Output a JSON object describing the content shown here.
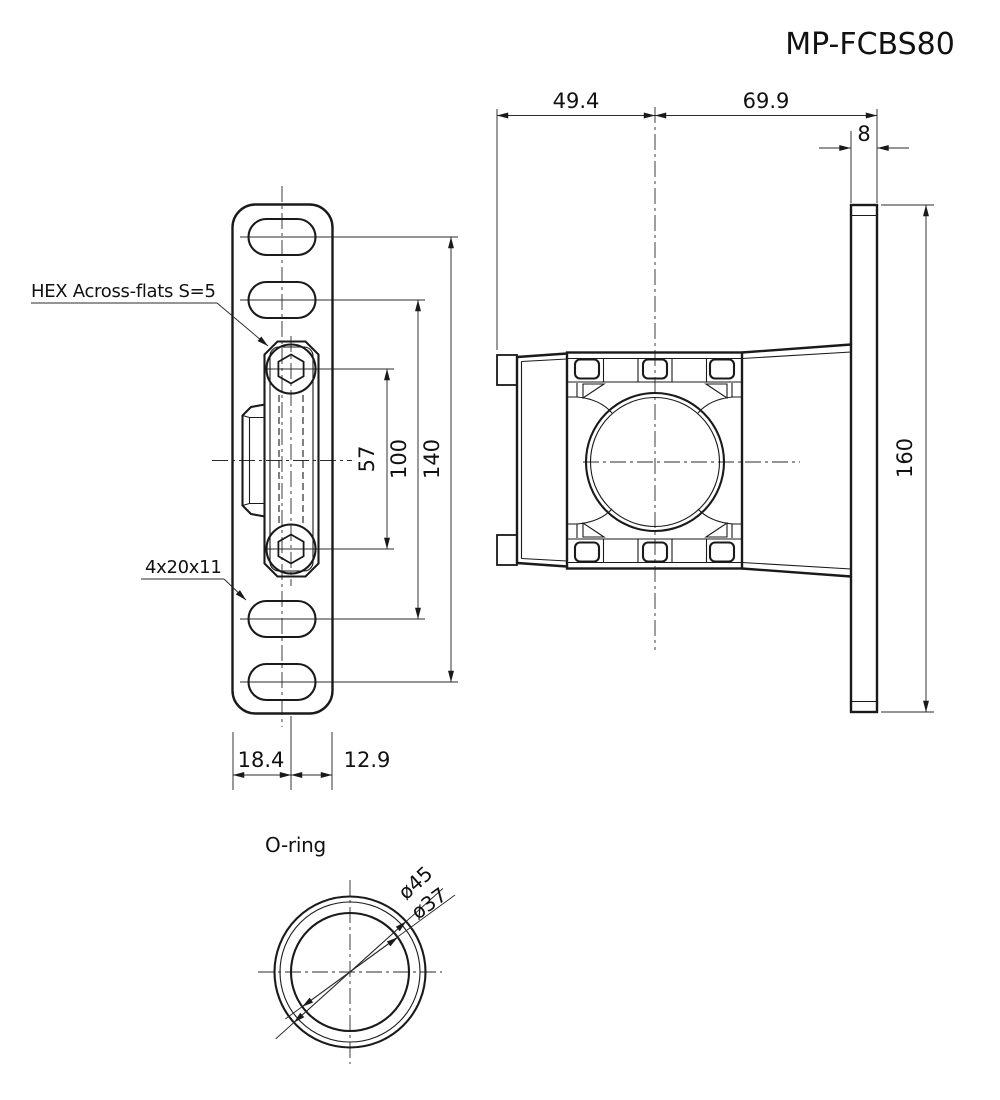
{
  "title": "MP-FCBS80",
  "colors": {
    "line": "#1a1a1a",
    "background": "#ffffff"
  },
  "front_view": {
    "labels": {
      "hex_socket": "HEX Across-flats S=5",
      "slots": "4x20x11"
    },
    "dims": {
      "screw_pitch": "57",
      "slot_pitch_inner": "100",
      "slot_pitch_outer": "140",
      "offset_left": "18.4",
      "offset_right": "12.9"
    }
  },
  "side_view": {
    "dims": {
      "depth_front": "49.4",
      "depth_rear": "69.9",
      "flange_thickness": "8",
      "flange_height": "160"
    }
  },
  "oring_view": {
    "label": "O-ring",
    "dims": {
      "outer_diameter": "ø45",
      "inner_diameter": "ø37"
    }
  }
}
